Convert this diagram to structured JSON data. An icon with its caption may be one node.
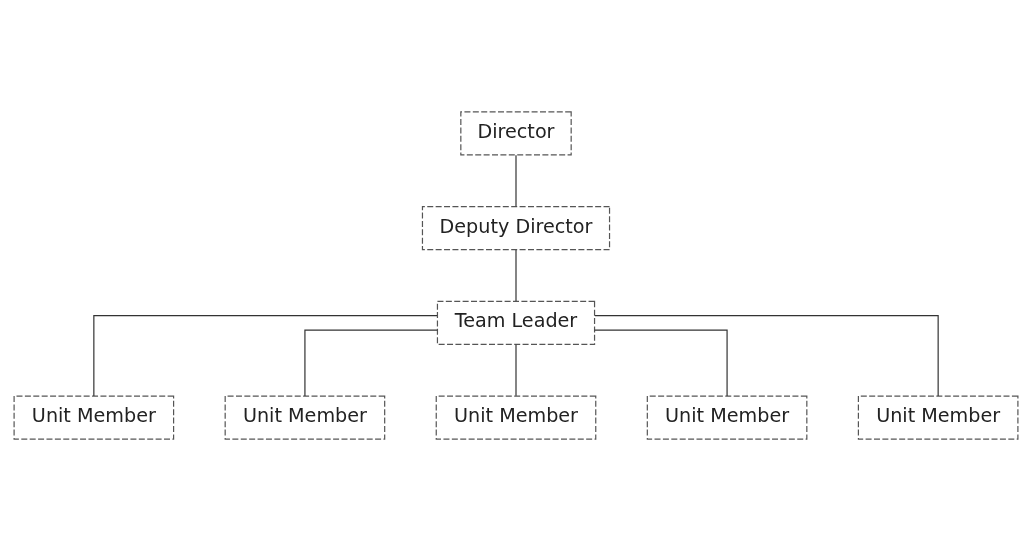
{
  "diagram": {
    "nodes": [
      {
        "text": [
          "Director"
        ]
      },
      {
        "text": [
          "Deputy Director"
        ]
      },
      {
        "text": [
          "Team Leader"
        ]
      },
      {
        "text": [
          "Unit Member"
        ]
      },
      {
        "text": [
          "Unit Member"
        ]
      },
      {
        "text": [
          "Unit Member"
        ]
      },
      {
        "text": [
          "Unit Member"
        ]
      },
      {
        "text": [
          "Unit Member"
        ]
      }
    ],
    "edges": [
      {
        "from": 0,
        "to": 1,
        "arrow": "none"
      },
      {
        "from": 1,
        "to": 2,
        "arrow": "none"
      },
      {
        "from": 2,
        "to": 3,
        "arrow": "none"
      },
      {
        "from": 2,
        "to": 4,
        "arrow": "none"
      },
      {
        "from": 2,
        "to": 5,
        "arrow": "none"
      },
      {
        "from": 2,
        "to": 6,
        "arrow": "none"
      },
      {
        "from": 2,
        "to": 7,
        "arrow": "none"
      }
    ]
  }
}
